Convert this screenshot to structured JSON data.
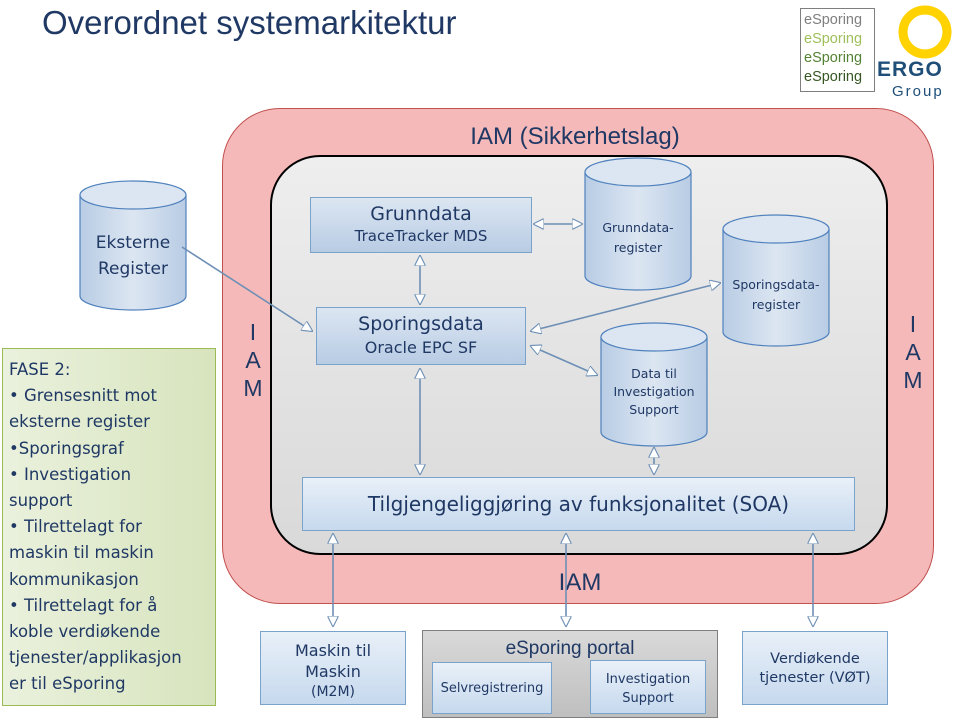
{
  "title": "Overordnet systemarkitektur",
  "logos": {
    "esporing_lines": [
      "eSporing",
      "eSporing",
      "eSporing",
      "eSporing"
    ],
    "ergo_word": "ERGO",
    "ergo_sub": "Group"
  },
  "iam_layer": {
    "title": "IAM (Sikkerhetslag)",
    "left_label_lines": [
      "I",
      "A",
      "M"
    ],
    "right_label_lines": [
      "I",
      "A",
      "M"
    ],
    "bottom_label": "IAM"
  },
  "external_register": {
    "line1": "Eksterne",
    "line2": "Register"
  },
  "phase2": {
    "lines": [
      "FASE 2:",
      "• Grensesnitt mot",
      "eksterne register",
      "•Sporingsgraf",
      "• Investigation",
      "support",
      "• Tilrettelagt for",
      "maskin til maskin",
      "kommunikasjon",
      "• Tilrettelagt for å",
      "koble verdiøkende",
      "tjenester/applikasjon",
      "er til eSporing"
    ]
  },
  "grunndata_box": {
    "title": "Grunndata",
    "subtitle": "TraceTracker MDS"
  },
  "sporingsdata_box": {
    "title": "Sporingsdata",
    "subtitle": "Oracle EPC SF"
  },
  "grunndata_register": {
    "line1": "Grunndata-",
    "line2": "register"
  },
  "sporingsdata_register": {
    "line1": "Sporingsdata-",
    "line2": "register"
  },
  "investigation_db": {
    "line1": "Data til",
    "line2": "Investigation",
    "line3": "Support"
  },
  "soa_bar": "Tilgjengeliggjøring av funksjonalitet (SOA)",
  "m2m": {
    "line1": "Maskin til",
    "line2": "Maskin",
    "line3": "(M2M)"
  },
  "portal": {
    "title": "eSporing portal",
    "self_reg": "Selvregistrering",
    "inv_line1": "Investigation",
    "inv_line2": "Support"
  },
  "value_services": {
    "line1": "Verdiøkende",
    "line2": "tjenester (VØT)"
  },
  "colors": {
    "iam_fill": "#f6b9b9",
    "inner_fill": "#e3e3e3",
    "box_blue": "#b8cce4",
    "green": "#d7e4bd",
    "accent_text": "#1f3864"
  }
}
